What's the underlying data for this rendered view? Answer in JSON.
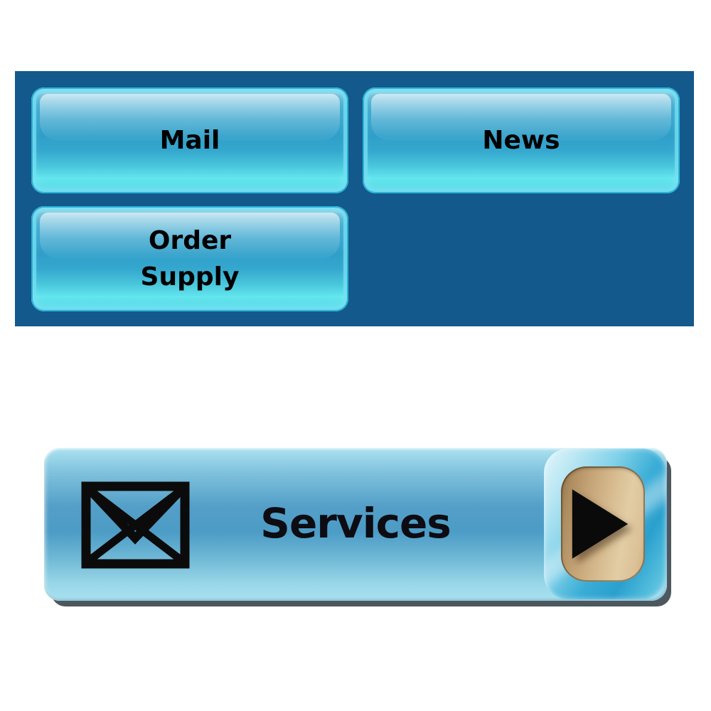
{
  "page": {
    "background": "#ffffff"
  },
  "nav_panel": {
    "background_color": "#14598b",
    "button_style_color": "#2f9fc9",
    "button_rim_color": "#29b2d6",
    "button_text_color": "#000000",
    "buttons": [
      {
        "label": "Mail"
      },
      {
        "label": "News"
      },
      {
        "label": "Order Supply"
      }
    ]
  },
  "services_bar": {
    "label": "Services",
    "label_color": "#0c0c12",
    "bar_top_color": "#ace2f0",
    "bar_mid_color": "#4c9cc6",
    "bar_bottom_color": "#a9e2f0",
    "drop_shadow_color": "#3e4a50",
    "icons": [
      {
        "name": "envelope-icon",
        "color": "#0b0b0b"
      },
      {
        "name": "play-arrow-icon",
        "color": "#0a0a0a",
        "pad_color": "#d3b586"
      }
    ]
  }
}
